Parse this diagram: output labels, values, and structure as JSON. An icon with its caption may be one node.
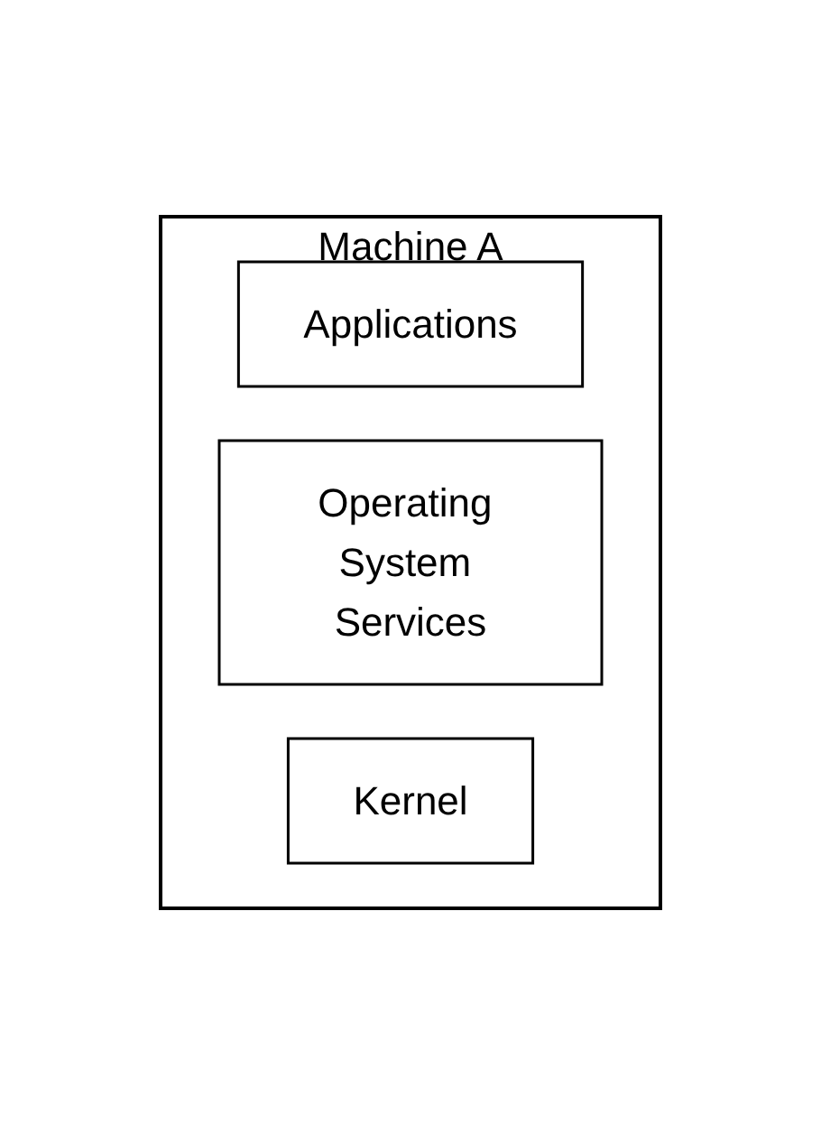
{
  "diagram": {
    "nodes": [
      {
        "text": [
          "Machine A"
        ]
      },
      {
        "text": [
          "Applications"
        ],
        "in": 0
      },
      {
        "text": [
          "Operating System Services"
        ],
        "in": 0
      },
      {
        "text": [
          "Kernel"
        ],
        "in": 0
      }
    ]
  }
}
